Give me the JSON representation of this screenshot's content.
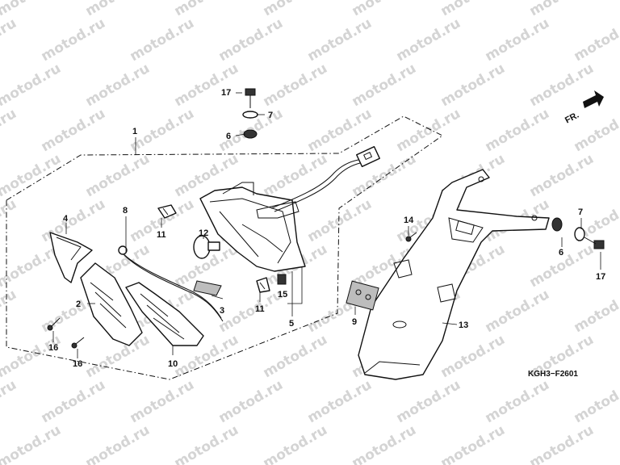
{
  "watermark": "motod.ru",
  "diagram_code": "KGH3−F2601",
  "direction_mark": "FR.",
  "callouts": {
    "c1": "1",
    "c2": "2",
    "c3": "3",
    "c4": "4",
    "c5": "5",
    "c6a": "6",
    "c6b": "6",
    "c7a": "7",
    "c7b": "7",
    "c8": "8",
    "c9": "9",
    "c10": "10",
    "c11a": "11",
    "c11b": "11",
    "c12": "12",
    "c13": "13",
    "c14": "14",
    "c15": "15",
    "c16a": "16",
    "c16b": "16",
    "c17a": "17",
    "c17b": "17"
  }
}
